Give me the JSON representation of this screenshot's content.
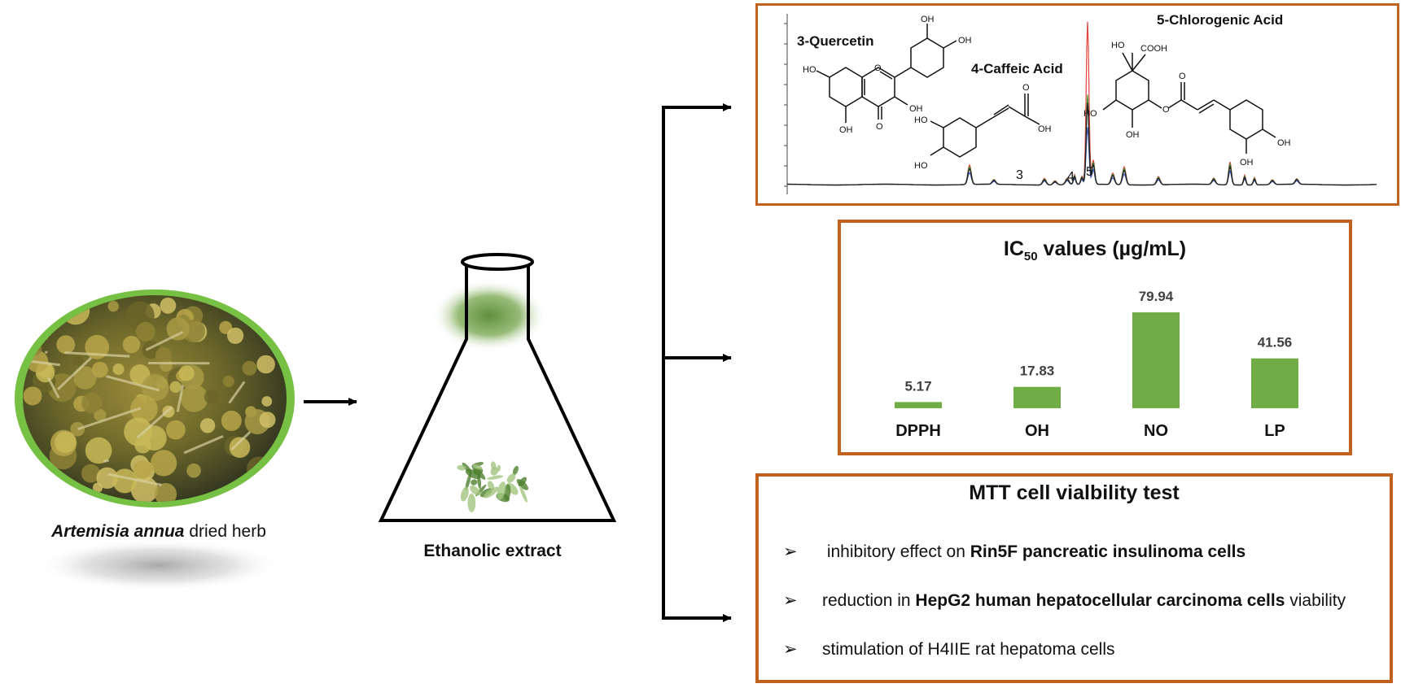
{
  "herb": {
    "caption_italic": "Artemisia annua",
    "caption_rest": " dried herb"
  },
  "flask": {
    "caption": "Ethanolic extract"
  },
  "hplc": {
    "compounds": {
      "quercetin": "3-Quercetin",
      "caffeic": "4-Caffeic Acid",
      "chlorogenic": "5-Chlorogenic Acid"
    },
    "peak_labels": [
      "3",
      "4",
      "5"
    ],
    "structure_labels": {
      "oh": "OH",
      "ho": "HO",
      "o": "O",
      "cooh": "COOH"
    }
  },
  "ic50": {
    "title_prefix": "IC",
    "title_sub": "50",
    "title_suffix": " values (µg/mL)",
    "bar_color": "#70ad47"
  },
  "chart_data": {
    "type": "bar",
    "categories": [
      "DPPH",
      "OH",
      "NO",
      "LP"
    ],
    "values": [
      5.17,
      17.83,
      79.94,
      41.56
    ],
    "value_labels": [
      "5.17",
      "17.83",
      "79.94",
      "41.56"
    ],
    "title": "IC50 values (µg/mL)",
    "xlabel": "",
    "ylabel": "",
    "ylim": [
      0,
      80
    ]
  },
  "mtt": {
    "title": "MTT cell vialbility test",
    "bullet": "➢",
    "items": [
      {
        "pre": " inhibitory effect on ",
        "bold": "Rin5F pancreatic insulinoma cells",
        "post": ""
      },
      {
        "pre": "reduction in ",
        "bold": "HepG2 human hepatocellular carcinoma cells",
        "post": " viability"
      },
      {
        "pre": "stimulation of H4IIE rat hepatoma cells",
        "bold": "",
        "post": ""
      }
    ]
  },
  "colors": {
    "box_border": "#c0611f",
    "herb_ring": "#76c043",
    "trace_black": "#222222",
    "trace_red": "#e0403a",
    "trace_green": "#3a9a3a",
    "trace_blue": "#3a5ac8"
  }
}
